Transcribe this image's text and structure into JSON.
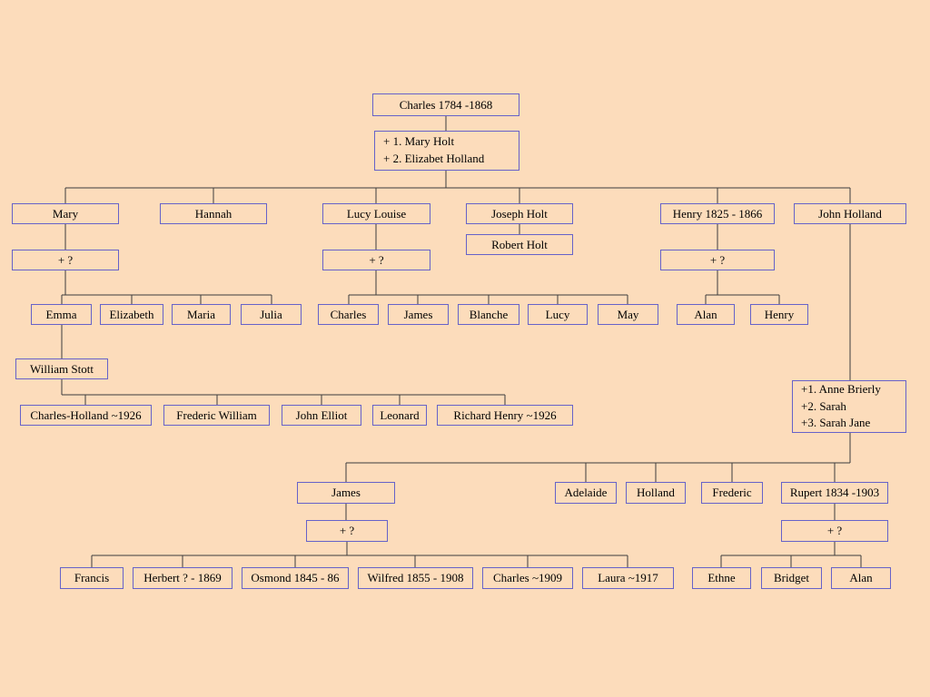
{
  "colors": {
    "background": "#FCDCBB",
    "box_border": "#6662C9",
    "line": "#3D3D3D",
    "text": "#000000"
  },
  "family_tree": {
    "generation_1": {
      "charles_sr": "Charles 1784 -1868",
      "charles_sr_marriages": [
        "+ 1. Mary Holt",
        "+ 2. Elizabet Holland"
      ]
    },
    "generation_2": {
      "mary": "Mary",
      "mary_marriage": "+ ?",
      "hannah": "Hannah",
      "lucy_louise": "Lucy Louise",
      "lucy_louise_marriage": "+ ?",
      "joseph_holt": "Joseph Holt",
      "henry": "Henry 1825 - 1866",
      "henry_marriage": "+ ?",
      "john_holland": "John Holland",
      "john_holland_marriages": [
        "+1. Anne Brierly",
        "+2. Sarah",
        "+3. Sarah Jane"
      ]
    },
    "generation_3": {
      "robert_holt": "Robert Holt",
      "emma": "Emma",
      "elizabeth": "Elizabeth",
      "maria": "Maria",
      "julia": "Julia",
      "emma_spouse_william_stott": "William Stott",
      "charles": "Charles",
      "james": "James",
      "blanche": "Blanche",
      "lucy": "Lucy",
      "may": "May",
      "alan": "Alan",
      "henry": "Henry",
      "james_holland": "James",
      "james_holland_marriage": "+ ?",
      "adelaide": "Adelaide",
      "holland": "Holland",
      "frederic": "Frederic",
      "rupert": "Rupert 1834 -1903",
      "rupert_marriage": "+ ?"
    },
    "generation_4": {
      "charles_holland": "Charles-Holland ~1926",
      "frederic_william": "Frederic William",
      "john_elliot": "John Elliot",
      "leonard": "Leonard",
      "richard_henry": "Richard Henry ~1926",
      "francis": "Francis",
      "herbert": "Herbert ? - 1869",
      "osmond": "Osmond 1845 - 86",
      "wilfred": "Wilfred 1855 - 1908",
      "charles": "Charles ~1909",
      "laura": "Laura ~1917",
      "ethne": "Ethne",
      "bridget": "Bridget",
      "alan": "Alan"
    }
  }
}
